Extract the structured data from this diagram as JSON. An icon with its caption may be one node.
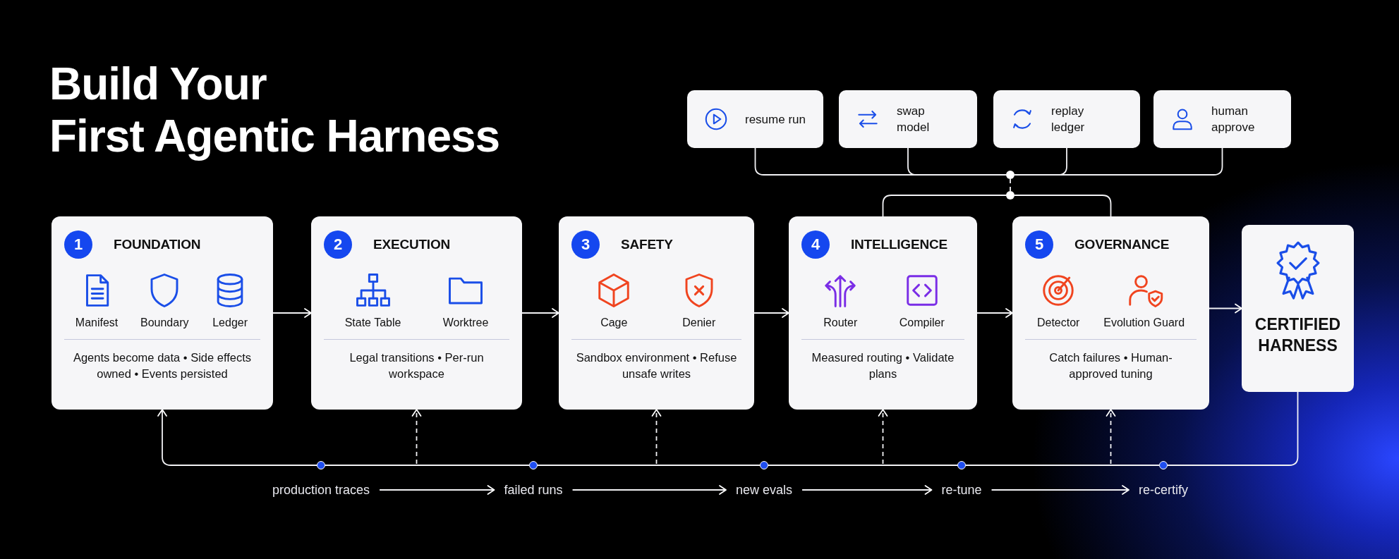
{
  "diagram": {
    "title": "Build Your First Agentic Harness",
    "nodes": [
      {
        "text": [
          "resume run"
        ]
      },
      {
        "text": [
          "swap model"
        ]
      },
      {
        "text": [
          "replay ledger"
        ]
      },
      {
        "text": [
          "human approve"
        ]
      },
      {
        "text": [],
        "shape": "circle"
      },
      {
        "text": [],
        "shape": "circle"
      },
      {
        "text": [
          "1",
          "FOUNDATION",
          "Manifest",
          "Boundary",
          "Ledger",
          "Agents become data • Side effects owned • Events persisted"
        ]
      },
      {
        "text": [
          "2",
          "EXECUTION",
          "State Table",
          "Worktree",
          "Legal transitions • Per-run workspace"
        ]
      },
      {
        "text": [
          "3",
          "SAFETY",
          "Cage",
          "Denier",
          "Sandbox environment • Refuse unsafe writes"
        ]
      },
      {
        "text": [
          "4",
          "INTELLIGENCE",
          "Router",
          "Compiler",
          "Measured routing • Validate plans"
        ]
      },
      {
        "text": [
          "5",
          "GOVERNANCE",
          "Detector",
          "Evolution Guard",
          "Catch failures • Human-approved tuning"
        ]
      },
      {
        "text": [
          "CERTIFIED HARNESS"
        ]
      },
      {
        "text": [],
        "shape": "circle"
      },
      {
        "text": [],
        "shape": "circle"
      },
      {
        "text": [],
        "shape": "circle"
      },
      {
        "text": [],
        "shape": "circle"
      },
      {
        "text": [],
        "shape": "circle"
      },
      {
        "text": [
          "production traces"
        ]
      },
      {
        "text": [
          "failed runs"
        ]
      },
      {
        "text": [
          "new evals"
        ]
      },
      {
        "text": [
          "re-tune"
        ]
      },
      {
        "text": [
          "re-certify"
        ]
      }
    ],
    "edges": [
      {
        "from": 0,
        "to": 4,
        "arrow": "none"
      },
      {
        "from": 1,
        "to": 4,
        "arrow": "none"
      },
      {
        "from": 2,
        "to": 4,
        "arrow": "none"
      },
      {
        "from": 3,
        "to": 4,
        "arrow": "none"
      },
      {
        "from": 4,
        "to": 5,
        "arrow": "none",
        "style": "dashed"
      },
      {
        "from": 5,
        "to": 9,
        "arrow": "none"
      },
      {
        "from": 5,
        "to": 10,
        "arrow": "none"
      },
      {
        "from": 6,
        "to": 7,
        "arrow": "to"
      },
      {
        "from": 7,
        "to": 8,
        "arrow": "to"
      },
      {
        "from": 8,
        "to": 9,
        "arrow": "to"
      },
      {
        "from": 9,
        "to": 10,
        "arrow": "to"
      },
      {
        "from": 10,
        "to": 11,
        "arrow": "to"
      },
      {
        "from": 11,
        "to": 16,
        "arrow": "none"
      },
      {
        "from": 16,
        "to": 15,
        "arrow": "none"
      },
      {
        "from": 15,
        "to": 14,
        "arrow": "none"
      },
      {
        "from": 14,
        "to": 13,
        "arrow": "none"
      },
      {
        "from": 13,
        "to": 12,
        "arrow": "none"
      },
      {
        "from": 12,
        "to": 6,
        "arrow": "to"
      },
      {
        "from": null,
        "to": 7,
        "arrow": "to",
        "style": "dashed"
      },
      {
        "from": null,
        "to": 8,
        "arrow": "to",
        "style": "dashed"
      },
      {
        "from": null,
        "to": 9,
        "arrow": "to",
        "style": "dashed"
      },
      {
        "from": null,
        "to": 10,
        "arrow": "to",
        "style": "dashed"
      },
      {
        "from": 17,
        "to": 18,
        "arrow": "to"
      },
      {
        "from": 18,
        "to": 19,
        "arrow": "to"
      },
      {
        "from": 19,
        "to": 20,
        "arrow": "to"
      },
      {
        "from": 20,
        "to": 21,
        "arrow": "to"
      }
    ]
  }
}
